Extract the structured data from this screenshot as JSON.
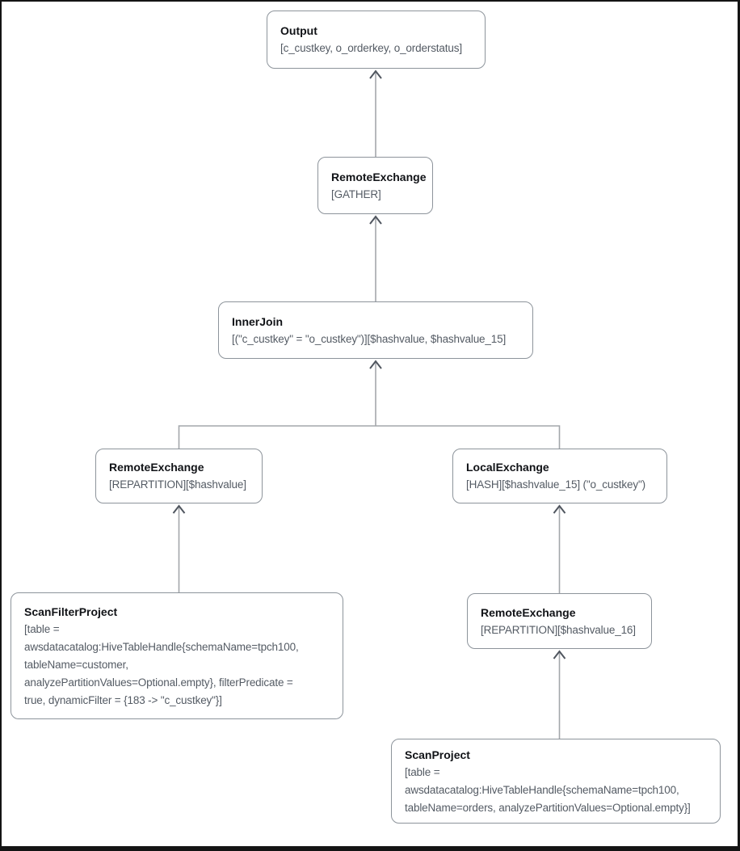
{
  "diagram": {
    "kind": "query-execution-plan-tree",
    "colors": {
      "background": "#ffffff",
      "frame_border": "#141414",
      "node_border": "#8d949b",
      "edge_line": "#a3a7ab",
      "edge_arrowhead": "#50565f",
      "node_title_text": "#111317",
      "node_detail_text": "#545b64"
    },
    "nodes": [
      {
        "id": "output",
        "title": "Output",
        "lines": [
          "[c_custkey, o_orderkey, o_orderstatus]"
        ]
      },
      {
        "id": "remote-exchange-gather",
        "title": "RemoteExchange",
        "lines": [
          "[GATHER]"
        ]
      },
      {
        "id": "inner-join",
        "title": "InnerJoin",
        "lines": [
          "[(\"c_custkey\" = \"o_custkey\")][$hashvalue, $hashvalue_15]"
        ]
      },
      {
        "id": "remote-exchange-repartition",
        "title": "RemoteExchange",
        "lines": [
          "[REPARTITION][$hashvalue]"
        ]
      },
      {
        "id": "local-exchange-hash",
        "title": "LocalExchange",
        "lines": [
          "[HASH][$hashvalue_15] (\"o_custkey\")"
        ]
      },
      {
        "id": "scan-filter-project",
        "title": "ScanFilterProject",
        "lines": [
          "[table =",
          "awsdatacatalog:HiveTableHandle{schemaName=tpch100,",
          "tableName=customer,",
          "analyzePartitionValues=Optional.empty}, filterPredicate =",
          "true, dynamicFilter = {183 -> \"c_custkey\"}]"
        ]
      },
      {
        "id": "remote-exchange-repartition-16",
        "title": "RemoteExchange",
        "lines": [
          "[REPARTITION][$hashvalue_16]"
        ]
      },
      {
        "id": "scan-project",
        "title": "ScanProject",
        "lines": [
          "[table =",
          "awsdatacatalog:HiveTableHandle{schemaName=tpch100,",
          "tableName=orders, analyzePartitionValues=Optional.empty}]"
        ]
      }
    ],
    "edges": [
      {
        "from": "remote-exchange-gather",
        "to": "output"
      },
      {
        "from": "inner-join",
        "to": "remote-exchange-gather"
      },
      {
        "from": "remote-exchange-repartition",
        "to": "inner-join"
      },
      {
        "from": "local-exchange-hash",
        "to": "inner-join"
      },
      {
        "from": "scan-filter-project",
        "to": "remote-exchange-repartition"
      },
      {
        "from": "remote-exchange-repartition-16",
        "to": "local-exchange-hash"
      },
      {
        "from": "scan-project",
        "to": "remote-exchange-repartition-16"
      }
    ]
  }
}
